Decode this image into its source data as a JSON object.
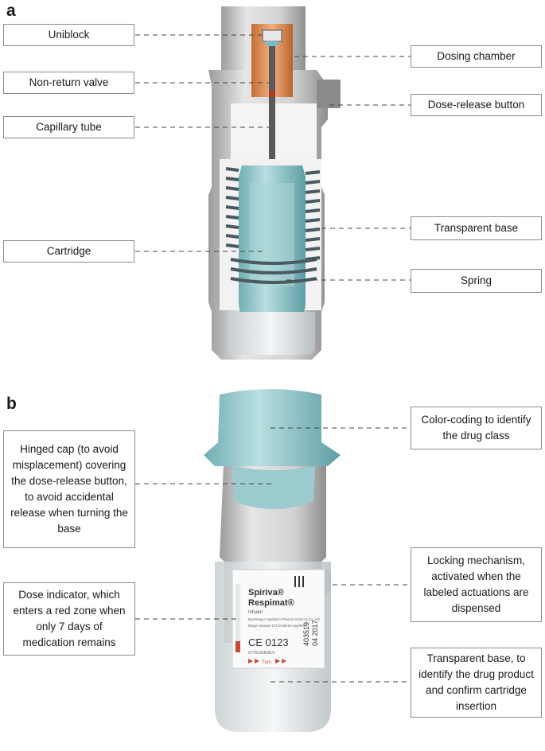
{
  "panel_a": {
    "letter": "a",
    "labels": {
      "uniblock": "Uniblock",
      "non_return_valve": "Non-return valve",
      "capillary_tube": "Capillary tube",
      "cartridge": "Cartridge",
      "dosing_chamber": "Dosing chamber",
      "dose_release_button": "Dose-release button",
      "transparent_base": "Transparent base",
      "spring": "Spring"
    }
  },
  "panel_b": {
    "letter": "b",
    "labels": {
      "hinged_cap": "Hinged cap (to avoid misplacement) covering the dose-release button, to avoid accidental release when turning the base",
      "dose_indicator": "Dose indicator, which enters a red zone when only 7 days of medication remains",
      "color_coding": "Color-coding to identify the drug class",
      "locking_mechanism": "Locking mechanism, activated when the labeled actuations are dispensed",
      "transparent_base": "Transparent base, to identify the drug product and confirm cartridge insertion"
    },
    "device_label": {
      "brand1": "Spiriva®",
      "brand2": "Respimat®",
      "type": "Inhaler",
      "company": "Boehringer Ingelheim Pharma GmbH & Co. KG",
      "address": "Binger Strasse 173 D-55216 Ingelheim",
      "ce_mark": "CE 0123",
      "code": "9776/UGB/IE/1",
      "turn": "Turn",
      "lot": "403519",
      "date": "04 2017"
    }
  },
  "colors": {
    "cap_teal": "#8fc3c7",
    "body_gray": "#c9c9c9",
    "copper": "#d98a52",
    "leader": "#444444",
    "box_border": "#8a8a8a"
  }
}
